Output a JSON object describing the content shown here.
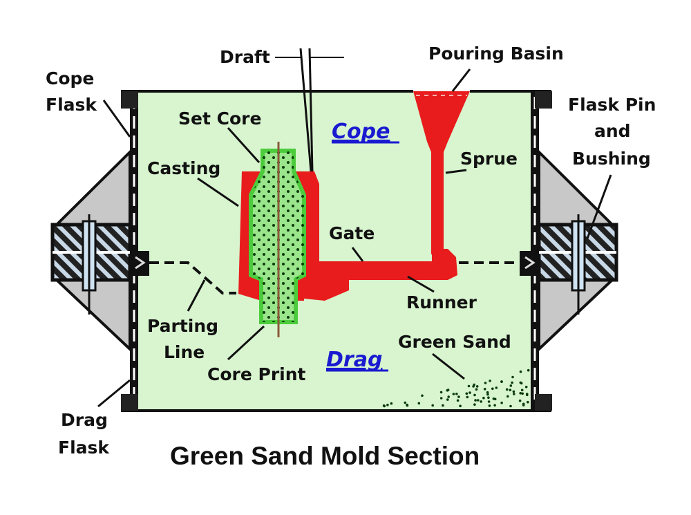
{
  "title": "Green Sand Mold Section",
  "regions": {
    "cope": "Cope",
    "drag": "Drag"
  },
  "labels": {
    "draft": "Draft",
    "pouring_basin": "Pouring Basin",
    "cope_flask": [
      "Cope",
      "Flask"
    ],
    "set_core": "Set Core",
    "casting": "Casting",
    "sprue": "Sprue",
    "flask_pin_and_bushing": [
      "Flask Pin",
      "and",
      "Bushing"
    ],
    "gate": "Gate",
    "runner": "Runner",
    "parting_line": [
      "Parting",
      "Line"
    ],
    "green_sand": "Green Sand",
    "core_print": "Core Print",
    "drag_flask": [
      "Drag",
      "Flask"
    ]
  },
  "colors": {
    "sand": "#d8f5cf",
    "metal": "#e81c1c",
    "core": "#4ccc3c",
    "core_fill": "#9be58c",
    "flask_gray": "#c8c8c8",
    "region_text": "#1a1ad0"
  }
}
